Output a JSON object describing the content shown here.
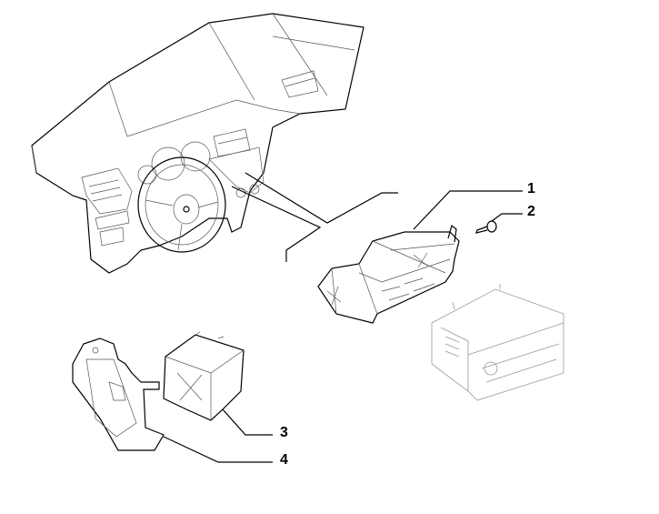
{
  "diagram": {
    "callouts": [
      {
        "label": "1",
        "part": "radio-mounting-bracket"
      },
      {
        "label": "2",
        "part": "screw"
      },
      {
        "label": "3",
        "part": "control-unit"
      },
      {
        "label": "4",
        "part": "unit-support-bracket"
      }
    ]
  }
}
